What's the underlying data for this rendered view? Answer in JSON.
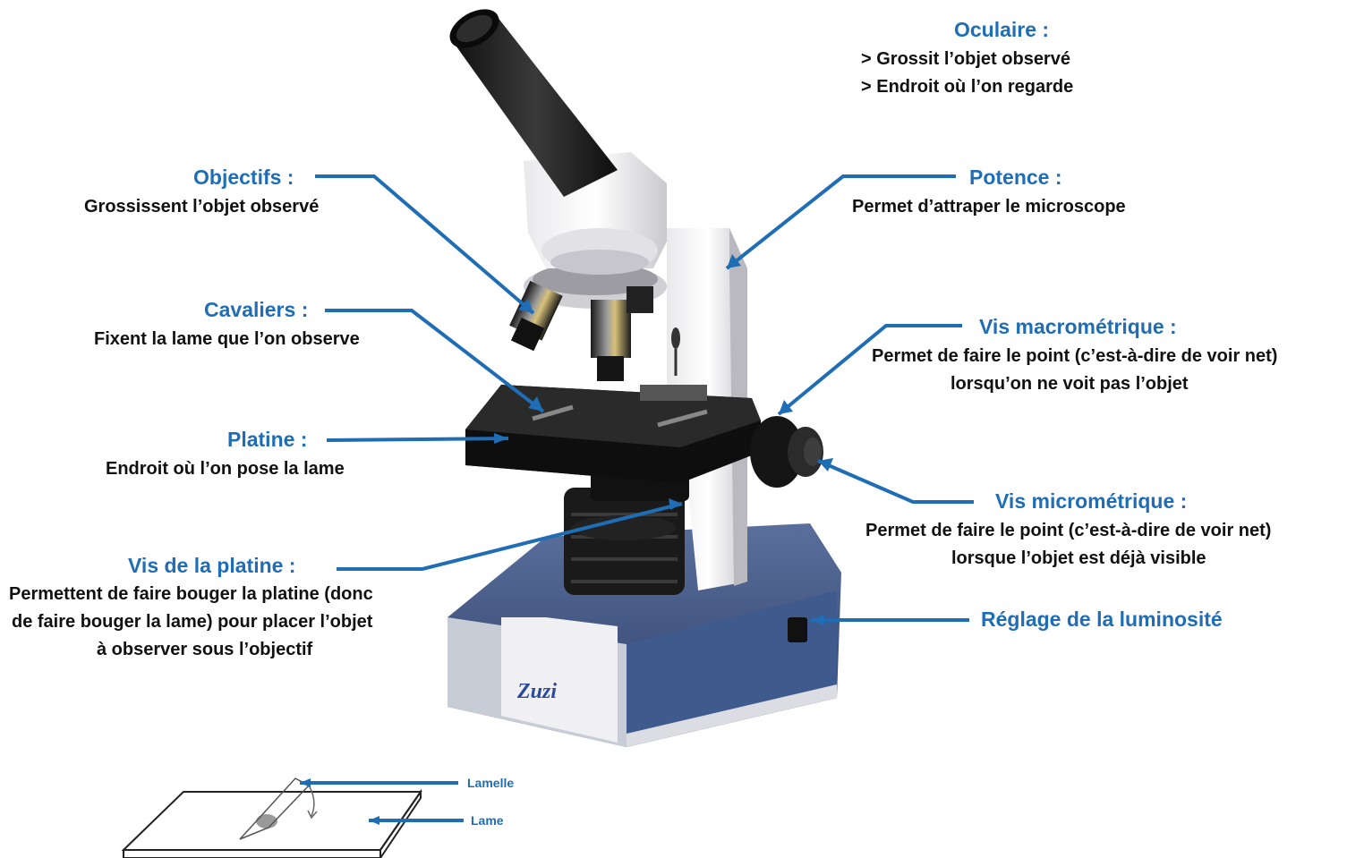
{
  "colors": {
    "accent": "#1f6db5",
    "text": "#111111",
    "base_blue": "#3f5a8c"
  },
  "labels": {
    "oculaire": {
      "title": "Oculaire :",
      "lines": [
        "> Grossit l’objet observé",
        "> Endroit où l’on regarde"
      ]
    },
    "objectifs": {
      "title": "Objectifs :",
      "lines": [
        "Grossissent l’objet observé"
      ]
    },
    "potence": {
      "title": "Potence :",
      "lines": [
        "Permet d’attraper le microscope"
      ]
    },
    "cavaliers": {
      "title": "Cavaliers :",
      "lines": [
        "Fixent la lame que l’on observe"
      ]
    },
    "vis_macro": {
      "title": "Vis macrométrique :",
      "lines": [
        "Permet de faire le point (c’est-à-dire de voir net)",
        "lorsqu’on ne voit pas l’objet"
      ]
    },
    "platine": {
      "title": "Platine :",
      "lines": [
        "Endroit où l’on pose la lame"
      ]
    },
    "vis_micro": {
      "title": "Vis micrométrique :",
      "lines": [
        "Permet de faire le point (c’est-à-dire de voir net)",
        "lorsque l’objet est  déjà visible"
      ]
    },
    "vis_platine": {
      "title": "Vis de la platine :",
      "lines": [
        "Permettent de faire bouger la platine (donc",
        "de faire bouger la lame) pour placer l’objet",
        "à observer sous l’objectif"
      ]
    },
    "luminosite": {
      "title": "Réglage de la luminosité"
    },
    "lamelle": "Lamelle",
    "lame": "Lame"
  },
  "brand": "Zuzi"
}
